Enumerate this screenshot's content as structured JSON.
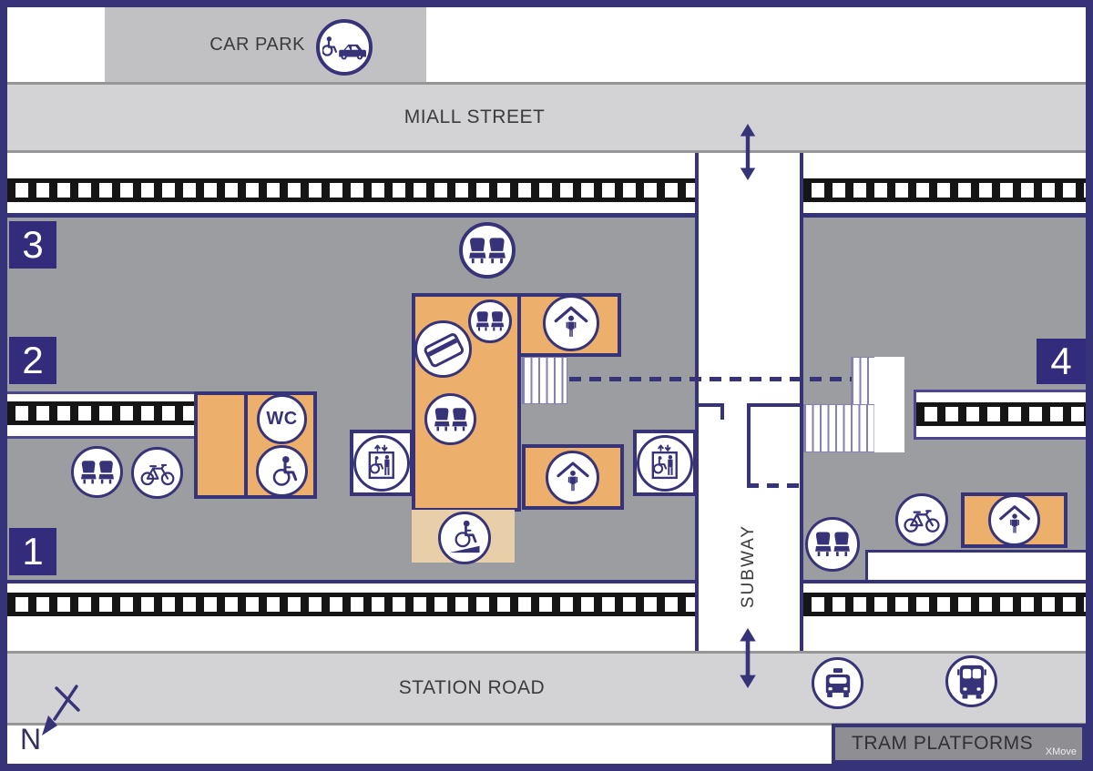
{
  "colors": {
    "purple": "#373379",
    "plaza": "#9C9DA1",
    "street": "#D3D2D4",
    "carpark_gray": "#C1C0C2",
    "tram_gray": "#8F8E93",
    "orange": "#ECB06C",
    "ramp_tan": "#E9CFA9",
    "track_black": "#151515",
    "text_dark": "#3B3B3B"
  },
  "labels": {
    "car_park": "CAR PARK",
    "miall_street": "MIALL STREET",
    "station_road": "STATION ROAD",
    "subway": "SUBWAY",
    "tram_platforms": "TRAM PLATFORMS",
    "wc": "WC",
    "north": "N",
    "watermark": "XMove"
  },
  "platforms": [
    {
      "number": "3"
    },
    {
      "number": "2"
    },
    {
      "number": "1"
    },
    {
      "number": "4"
    }
  ],
  "icons": [
    {
      "name": "accessible-parking",
      "glyph": "wheelchair-and-car"
    },
    {
      "name": "seating",
      "glyph": "two-seats"
    },
    {
      "name": "ticket-machine",
      "glyph": "bank-card"
    },
    {
      "name": "toilets",
      "glyph": "WC"
    },
    {
      "name": "accessible-toilet",
      "glyph": "wheelchair"
    },
    {
      "name": "lift",
      "glyph": "lift-with-up-down-arrows"
    },
    {
      "name": "waiting-room",
      "glyph": "person-under-roof"
    },
    {
      "name": "ramp-access",
      "glyph": "wheelchair-on-ramp"
    },
    {
      "name": "cycle-storage",
      "glyph": "bicycle"
    },
    {
      "name": "taxi-rank",
      "glyph": "taxi-front"
    },
    {
      "name": "bus-stop",
      "glyph": "bus-front"
    },
    {
      "name": "subway-access",
      "glyph": "double-headed-arrow"
    },
    {
      "name": "north-pointer",
      "glyph": "north-arrow"
    }
  ]
}
